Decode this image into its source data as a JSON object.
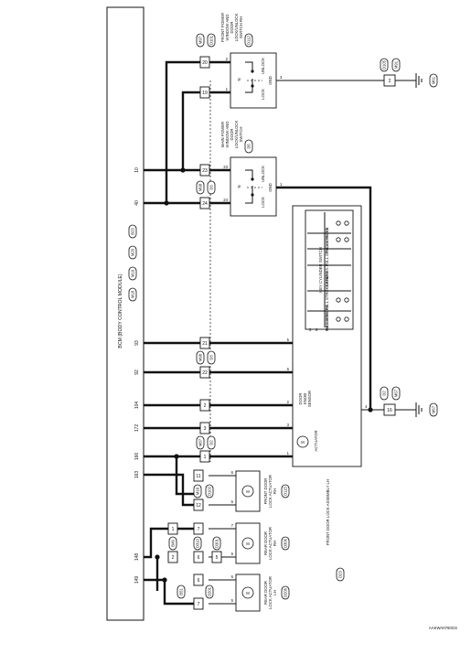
{
  "bcm": {
    "label": "BCM (BODY CONTROL MODULE)",
    "connectors": [
      "M18",
      "M19",
      "M20",
      "B23"
    ],
    "terminals": [
      "10",
      "40",
      "93",
      "92",
      "104",
      "172",
      "166",
      "163",
      "148",
      "149"
    ]
  },
  "components": {
    "front_switch": {
      "lines": [
        "FRONT POWER",
        "WINDOW AND",
        "DOOR",
        "LOCK/UNLOCK",
        "SWITCH RH"
      ],
      "connector": "D112"
    },
    "main_switch": {
      "lines": [
        "MAIN POWER",
        "WINDOW AND",
        "DOOR",
        "LOCK/UNLOCK",
        "SWITCH"
      ],
      "connector": "D5"
    },
    "front_door_lh": {
      "lines": [
        "FRONT DOOR LOCK ASSEMBLY LH"
      ],
      "connector": "D23"
    },
    "front_actuator_rh": {
      "lines": [
        "FRONT DOOR",
        "LOCK ACTUATOR",
        "RH"
      ],
      "connector": "D115"
    },
    "rear_actuator_rh": {
      "lines": [
        "REAR DOOR",
        "LOCK ACTUATOR",
        "RH"
      ],
      "connector": "D306"
    },
    "rear_actuator_lh": {
      "lines": [
        "REAR DOOR",
        "LOCK ACTUATOR",
        "LH"
      ],
      "connector": "D206"
    }
  },
  "switch_labels": {
    "unlock": "UNLOCK",
    "gnd": "GND",
    "lock": "LOCK",
    "n": "N"
  },
  "front_switch_pins": [
    "2",
    "1",
    "3"
  ],
  "main_switch_pins": [
    "23",
    "24",
    "1"
  ],
  "front_harness": {
    "pins": [
      "20",
      "19"
    ],
    "connectors": [
      "M97",
      "D101"
    ]
  },
  "main_harness": {
    "pins": [
      "23",
      "24"
    ],
    "connectors": [
      "M98",
      "D3"
    ]
  },
  "ground_top": {
    "connectors": [
      "D105",
      "M91"
    ],
    "pin": "2",
    "ground": "M61"
  },
  "ground_bottom": {
    "connectors": [
      "D2",
      "M67"
    ],
    "pin": "16",
    "ground": "M67"
  },
  "key_cylinder": {
    "title": "KEY CYLINDER SWITCH",
    "headers": [
      "FULL STROKE",
      "BETWEEN FULL STROKE AND N",
      "N",
      "BETWEEN FULL STROKE AND N",
      "FULL STROKE"
    ],
    "terminals": [
      "5",
      "6"
    ]
  },
  "lock_assy_labels": {
    "sensor": [
      "DOOR",
      "KNOB",
      "SENSOR"
    ],
    "actuator": "ACTUATOR"
  },
  "lh_terminals": [
    "5",
    "6",
    "2",
    "3",
    "1",
    "4"
  ],
  "mid_harness": {
    "pins": [
      "21",
      "22",
      "2",
      "3",
      "1"
    ],
    "connectors": [
      "M98",
      "D3",
      "M87",
      "D2"
    ]
  },
  "front_rh_harness": {
    "pins": [
      "11",
      "12"
    ],
    "connectors": [
      "M18",
      "D102"
    ],
    "actuator_pins": [
      "6",
      "5"
    ]
  },
  "rear_rh_harness": {
    "pins": [
      "1",
      "2",
      "7",
      "6",
      "5"
    ],
    "connectors": [
      "B49",
      "D310",
      "D301"
    ],
    "actuator_pins": [
      "7",
      "6"
    ]
  },
  "rear_lh_harness": {
    "pins": [
      "6",
      "7"
    ],
    "connectors": [
      "B51",
      "D201"
    ],
    "actuator_pins": [
      "6",
      "5"
    ]
  },
  "footer_code": "AAKWA0760GS"
}
